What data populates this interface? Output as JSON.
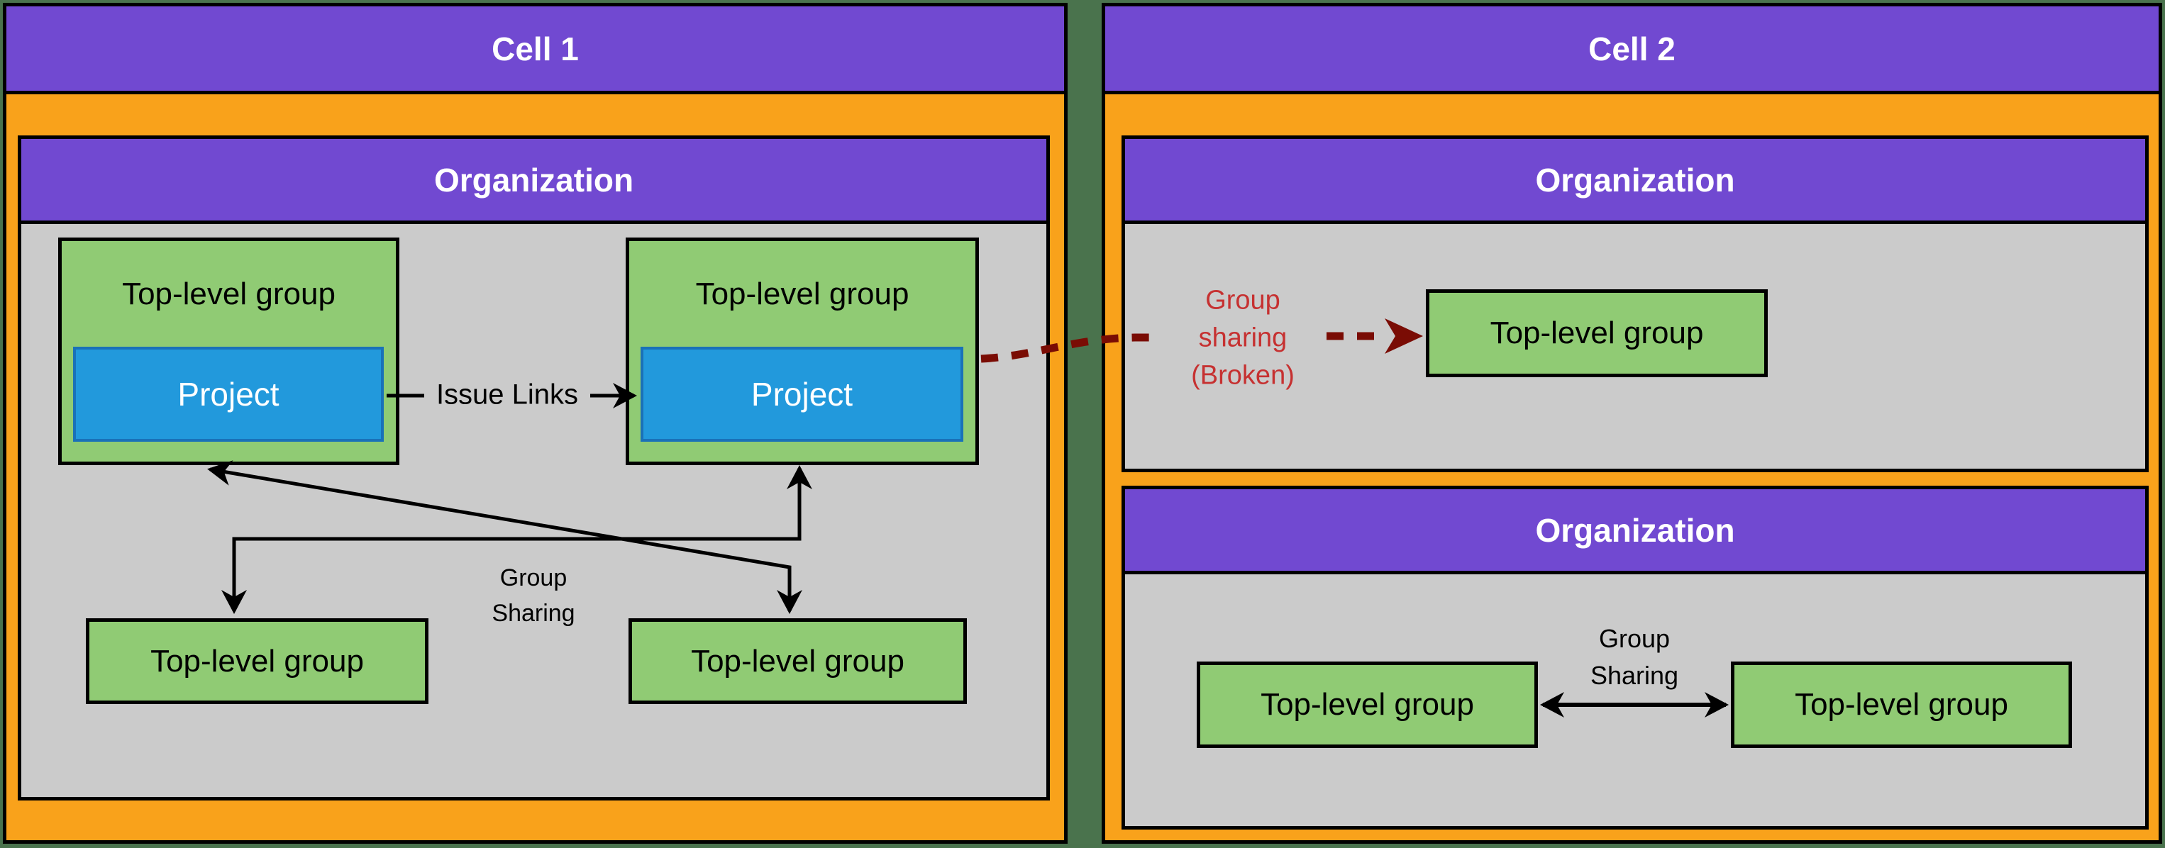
{
  "colors": {
    "background_dark_green": "#4A734D",
    "cell_orange": "#F9A21B",
    "header_purple": "#7149D1",
    "group_green": "#90CB74",
    "project_blue": "#2299DC",
    "project_blue_border": "#1A71B8",
    "org_body_gray": "#CBCBCB",
    "border_black": "#000000",
    "broken_arrow_dark_red": "#7A0C04",
    "broken_text_red": "#C63131"
  },
  "cell1": {
    "title": "Cell 1",
    "org": {
      "title": "Organization",
      "top_group_left": "Top-level group",
      "top_group_right": "Top-level group",
      "project_left": "Project",
      "project_right": "Project",
      "bottom_group_left": "Top-level group",
      "bottom_group_right": "Top-level group"
    }
  },
  "cell2": {
    "title": "Cell 2",
    "org_top": {
      "title": "Organization",
      "group": "Top-level group"
    },
    "org_bottom": {
      "title": "Organization",
      "group_left": "Top-level group",
      "group_right": "Top-level group"
    }
  },
  "labels": {
    "issue_links": "Issue Links",
    "group_sharing_cell1": {
      "line1": "Group",
      "line2": "Sharing"
    },
    "group_sharing_cell2": {
      "line1": "Group",
      "line2": "Sharing"
    },
    "group_sharing_broken": {
      "line1": "Group",
      "line2": "sharing",
      "line3": "(Broken)"
    }
  }
}
